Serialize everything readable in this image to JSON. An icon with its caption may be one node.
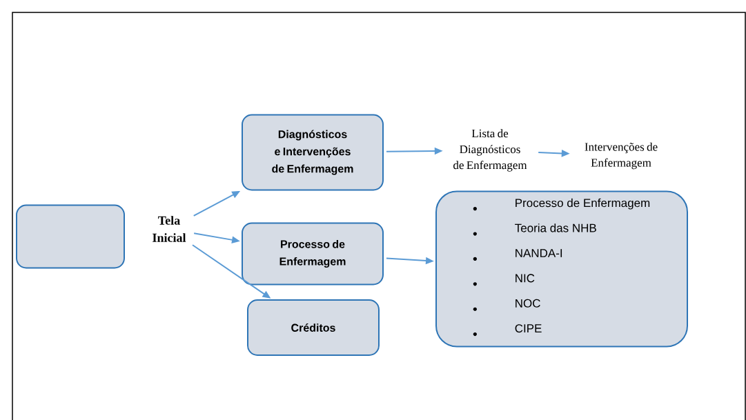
{
  "diagram": {
    "nodes": [
      {
        "text": [],
        "shape": "box"
      },
      {
        "text": [
          "Tela Inicial"
        ]
      },
      {
        "text": [
          "Diagnósticos e Intervenções de Enfermagem"
        ]
      },
      {
        "text": [
          "Processo de Enfermagem"
        ]
      },
      {
        "text": [
          "Créditos"
        ]
      },
      {
        "text": [
          "Lista de Diagnósticos de Enfermagem"
        ]
      },
      {
        "text": [
          "Intervenções de Enfermagem"
        ]
      },
      {
        "text": [
          "Processo de Enfermagem",
          "Teoria das NHB",
          "NANDA-I",
          "NIC",
          "NOC",
          "CIPE"
        ]
      }
    ],
    "edges": [
      {
        "from": 1,
        "to": 2,
        "arrow": "to"
      },
      {
        "from": 1,
        "to": 3,
        "arrow": "to"
      },
      {
        "from": 1,
        "to": 4,
        "arrow": "to"
      },
      {
        "from": 2,
        "to": 5,
        "arrow": "to"
      },
      {
        "from": 5,
        "to": 6,
        "arrow": "to"
      },
      {
        "from": 3,
        "to": 7,
        "arrow": "to"
      }
    ]
  }
}
